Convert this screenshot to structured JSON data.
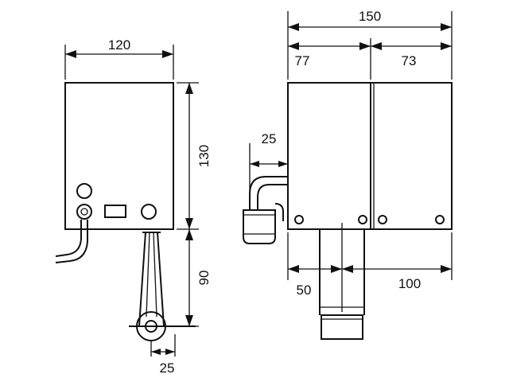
{
  "colors": {
    "ink": "#111111",
    "paper": "#ffffff"
  },
  "front_view": {
    "width_label": "120",
    "body_height_label": "130",
    "lower_height_label": "90",
    "pulley_width_label": "25"
  },
  "side_view": {
    "total_width_label": "150",
    "left_part_label": "77",
    "right_part_label": "73",
    "pipe_offset_label": "25",
    "shaft_left_label": "50",
    "shaft_right_label": "100"
  }
}
